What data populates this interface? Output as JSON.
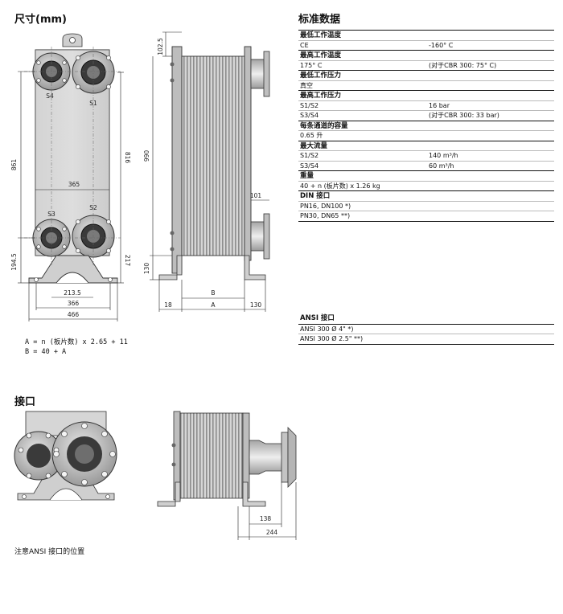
{
  "dimensions_title": "尺寸(mm)",
  "spec_title": "标准数据",
  "spec_sections": [
    {
      "header": "最低工作温度",
      "rows": [
        [
          "CE",
          "-160° C"
        ]
      ]
    },
    {
      "header": "最高工作温度",
      "rows": [
        [
          "175° C",
          "(对于CBR 300: 75° C)"
        ]
      ]
    },
    {
      "header": "最低工作压力",
      "rows": [
        [
          "真空",
          ""
        ]
      ]
    },
    {
      "header": "最高工作压力",
      "rows": [
        [
          "S1/S2",
          "16 bar"
        ],
        [
          "S3/S4",
          "(对于CBR 300: 33 bar)"
        ]
      ]
    },
    {
      "header": "每条通道的容量",
      "rows": [
        [
          "0.65 升",
          ""
        ]
      ]
    },
    {
      "header": "最大流量",
      "rows": [
        [
          "S1/S2",
          "140 m³/h"
        ],
        [
          "S3/S4",
          "60 m³/h"
        ]
      ]
    },
    {
      "header": "重量",
      "rows": [
        [
          "40 + n (板片数) x 1.26 kg",
          ""
        ]
      ]
    },
    {
      "header": "DIN 接口",
      "rows": [
        [
          "PN16, DN100 *)",
          ""
        ],
        [
          "PN30, DN65 **)",
          ""
        ]
      ]
    }
  ],
  "ansi_section": {
    "header": "ANSI 接口",
    "rows": [
      "ANSI 300 Ø 4\" *)",
      "ANSI 300 Ø 2.5\" **)"
    ]
  },
  "formula_a": "A = n (板片数) x 2.65 + 11",
  "formula_b": "B = 40 + A",
  "connections_title": "接口",
  "note": "注意ANSI 接口的位置",
  "port_labels": {
    "s4": "S4",
    "s1": "S1",
    "s3": "S3",
    "s2": "S2"
  },
  "dims_front": {
    "d861": "861",
    "d194": "194.5",
    "d816": "816",
    "d217": "217",
    "d365": "365",
    "d213": "213.5",
    "d366": "366",
    "d466": "466"
  },
  "dims_side": {
    "d102": "102.5",
    "d990": "990",
    "d130v": "130",
    "d101": "101",
    "dB": "B",
    "dA": "A",
    "d18": "18",
    "d130h": "130"
  },
  "dims_ansi": {
    "d138": "138",
    "d244": "244"
  }
}
